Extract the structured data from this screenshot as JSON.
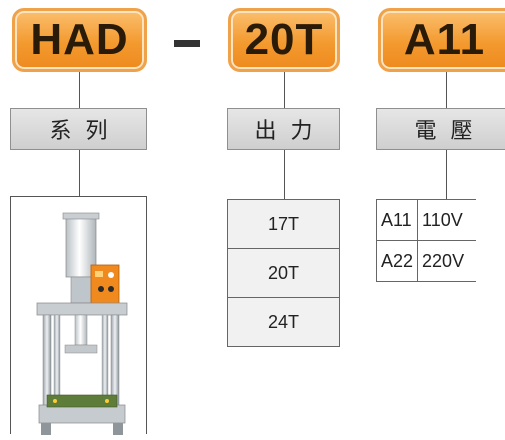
{
  "codes": {
    "series_code": "HAD",
    "separator": "–",
    "force_code": "20T",
    "voltage_code": "A11"
  },
  "labels": {
    "series": "系列",
    "force": "出力",
    "voltage": "電壓"
  },
  "force_options": [
    "17T",
    "20T",
    "24T"
  ],
  "voltage_options": [
    {
      "code": "A11",
      "value": "110V"
    },
    {
      "code": "A22",
      "value": "220V"
    }
  ],
  "colors": {
    "badge": "#f39a2f",
    "badge_border": "#f0a24a",
    "label_bg": "#d9d9d9",
    "force_cell_bg": "#f1f1f1"
  },
  "image": {
    "icon": "hydraulic-press-machine-icon"
  }
}
